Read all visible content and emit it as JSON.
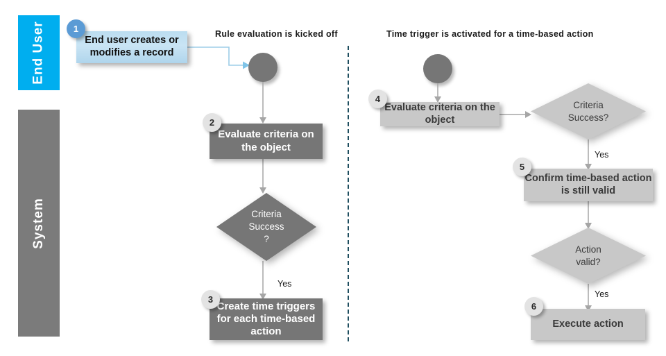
{
  "diagram": {
    "lanes": [
      {
        "id": "end-user",
        "label": "End User",
        "color": "#00AEEF"
      },
      {
        "id": "system",
        "label": "System",
        "color": "#7B7B7B"
      }
    ],
    "section_titles": {
      "left": "Rule evaluation is kicked off",
      "right": "Time trigger is activated for a time-based action"
    },
    "steps": [
      {
        "number": "1",
        "label": "End user creates or modifies a record",
        "shape": "process",
        "style": "blue"
      },
      {
        "number": "2",
        "label": "Evaluate criteria on the object",
        "shape": "process",
        "style": "dark"
      },
      {
        "number": "3",
        "label": "Create time triggers for each time-based action",
        "shape": "process",
        "style": "dark"
      },
      {
        "number": "4",
        "label": "Evaluate criteria on the object",
        "shape": "process",
        "style": "light"
      },
      {
        "number": "5",
        "label": "Confirm time-based action is still valid",
        "shape": "process",
        "style": "light"
      },
      {
        "number": "6",
        "label": "Execute action",
        "shape": "process",
        "style": "light"
      }
    ],
    "decisions": [
      {
        "id": "criteria-left",
        "line1": "Criteria",
        "line2": "Success",
        "line3": "?",
        "style": "dark"
      },
      {
        "id": "criteria-right",
        "line1": "Criteria",
        "line2": "Success?",
        "line3": "",
        "style": "light"
      },
      {
        "id": "action-valid",
        "line1": "Action",
        "line2": "valid?",
        "line3": "",
        "style": "light"
      }
    ],
    "edge_labels": {
      "left_yes": "Yes",
      "right_yes_1": "Yes",
      "right_yes_2": "Yes"
    },
    "colors": {
      "end_user_lane": "#00AEEF",
      "system_lane": "#7B7B7B",
      "dark_shape": "#767676",
      "light_shape": "#C8C8C8",
      "blue_shape": "#C9E4F4",
      "connector": "#A6A6A6",
      "blue_connector": "#9DCDE8",
      "divider": "#1F4E5F",
      "badge_blue": "#5B9BD5",
      "badge_gray": "#E3E3E3"
    }
  }
}
